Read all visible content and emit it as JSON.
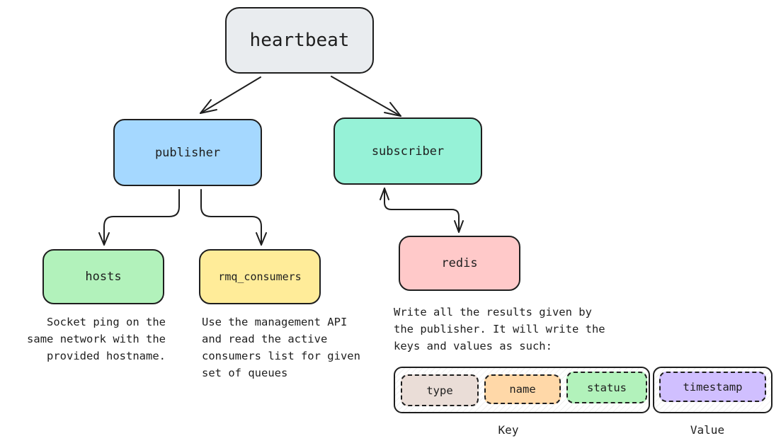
{
  "colors": {
    "stroke": "#1e1e1e",
    "heartbeat_fill": "#e9ecef",
    "publisher_fill": "#a5d8ff",
    "subscriber_fill": "#96f2d7",
    "hosts_fill": "#b2f2bb",
    "rmq_consumers_fill": "#ffec99",
    "redis_fill": "#ffc9c9",
    "type_fill": "#eaddd7",
    "name_fill": "#ffd8a8",
    "status_fill": "#b2f2bb",
    "timestamp_fill": "#d0bfff"
  },
  "nodes": {
    "heartbeat": "heartbeat",
    "publisher": "publisher",
    "subscriber": "subscriber",
    "hosts": "hosts",
    "rmq_consumers": "rmq_consumers",
    "redis": "redis"
  },
  "descriptions": {
    "hosts": "Socket ping on the\nsame network with the\nprovided hostname.",
    "rmq_consumers": "Use the management API\nand read the active\nconsumers list for given\nset of queues",
    "redis": "Write all the results given by\nthe publisher. It will write the\nkeys and values as such:"
  },
  "key_fields": [
    "type",
    "name",
    "status"
  ],
  "value_fields": [
    "timestamp"
  ],
  "captions": {
    "key": "Key",
    "value": "Value"
  },
  "edges": [
    {
      "from": "heartbeat",
      "to": "publisher",
      "arrow": "end"
    },
    {
      "from": "heartbeat",
      "to": "subscriber",
      "arrow": "end"
    },
    {
      "from": "publisher",
      "to": "hosts",
      "arrow": "end"
    },
    {
      "from": "publisher",
      "to": "rmq_consumers",
      "arrow": "end"
    },
    {
      "from": "subscriber",
      "to": "redis",
      "arrow": "both"
    }
  ]
}
